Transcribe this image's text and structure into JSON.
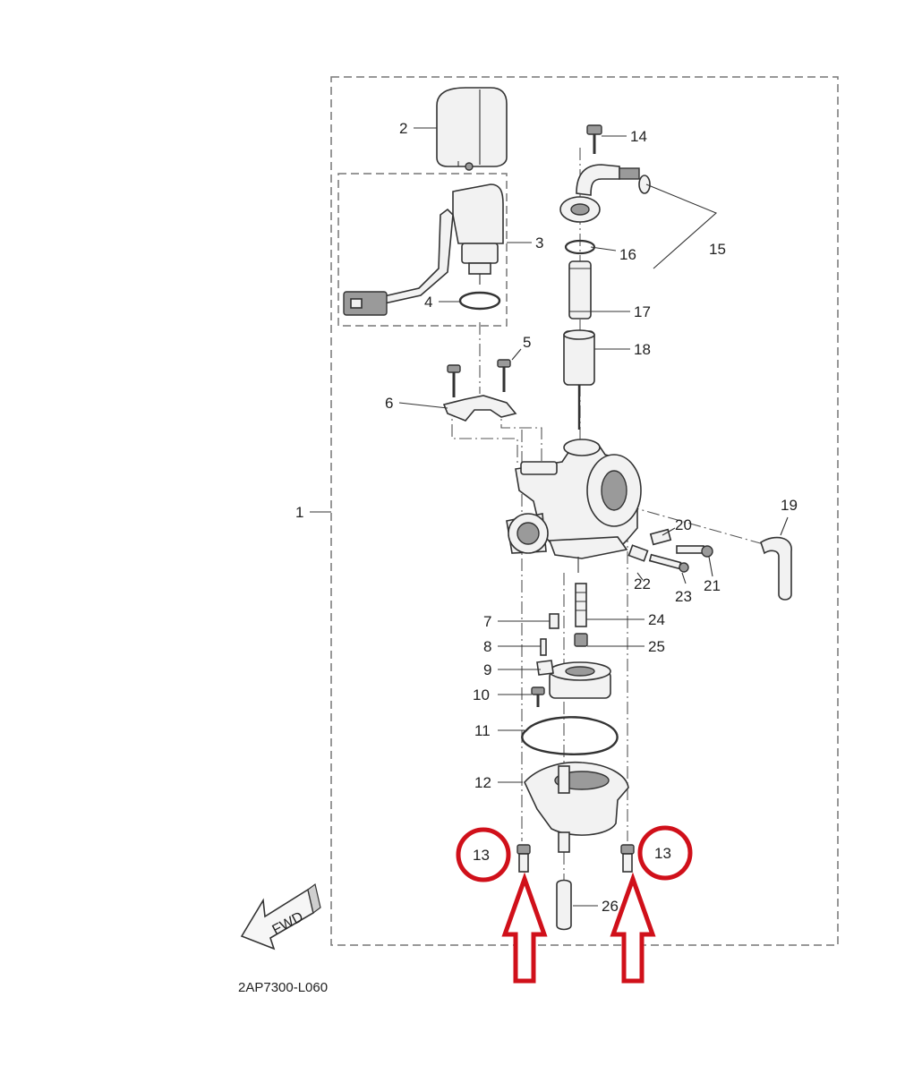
{
  "diagram": {
    "catalog_code": "2AP7300-L060",
    "fwd_label": "FWD",
    "callouts": {
      "p1": "1",
      "p2": "2",
      "p3": "3",
      "p4": "4",
      "p5": "5",
      "p6": "6",
      "p7": "7",
      "p8": "8",
      "p9": "9",
      "p10": "10",
      "p11": "11",
      "p12": "12",
      "p13a": "13",
      "p13b": "13",
      "p14": "14",
      "p15": "15",
      "p16": "16",
      "p17": "17",
      "p18": "18",
      "p19": "19",
      "p20": "20",
      "p21": "21",
      "p22": "22",
      "p23": "23",
      "p24": "24",
      "p25": "25",
      "p26": "26"
    },
    "highlight_color": "#d0101a",
    "ink_color": "#333333"
  }
}
